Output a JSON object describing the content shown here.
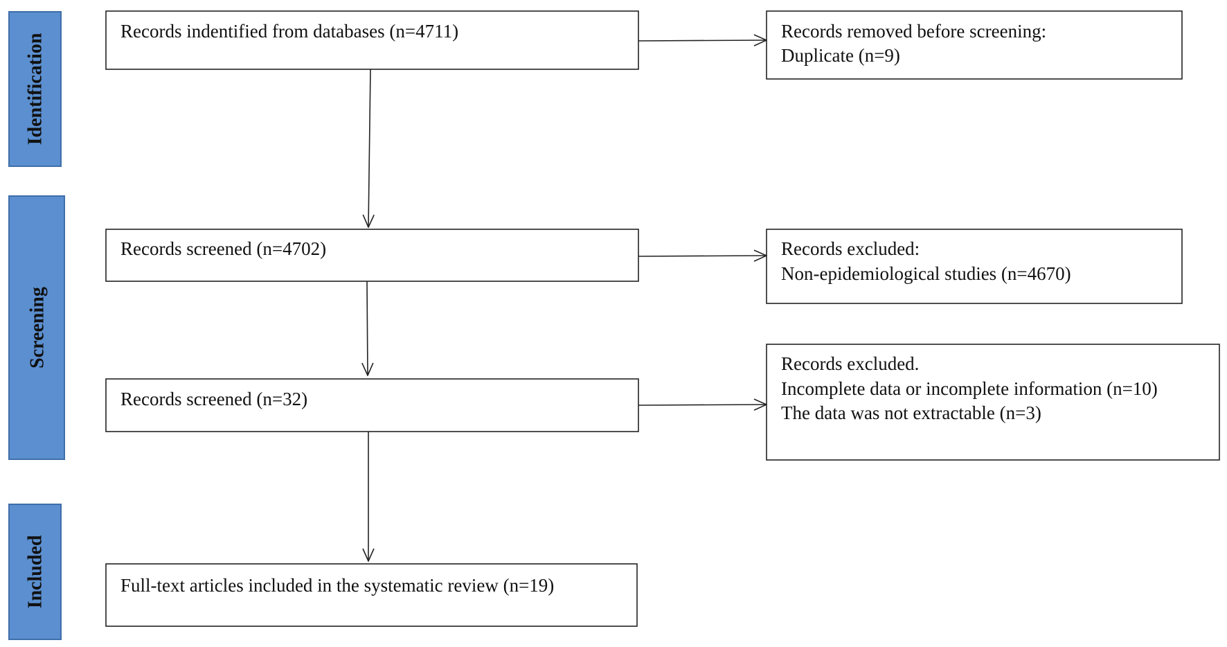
{
  "colors": {
    "phase_fill": "#5b8fd0",
    "phase_stroke": "#3f6ea8",
    "box_stroke": "#222222",
    "line": "#222222",
    "text": "#111111"
  },
  "phases": {
    "identification": "Identification",
    "screening": "Screening",
    "included": "Included"
  },
  "boxes": {
    "identified": {
      "lines": [
        "Records indentified from databases (n=4711)"
      ]
    },
    "removed": {
      "lines": [
        "Records removed before screening:",
        "Duplicate (n=9)"
      ]
    },
    "screened_1": {
      "lines": [
        "Records screened (n=4702)"
      ]
    },
    "excluded_1": {
      "lines": [
        "Records excluded:",
        "Non-epidemiological studies (n=4670)"
      ]
    },
    "screened_2": {
      "lines": [
        "Records screened (n=32)"
      ]
    },
    "excluded_2": {
      "lines": [
        "Records excluded.",
        "Incomplete data or incomplete information (n=10)",
        "The data was not extractable (n=3)"
      ]
    },
    "included": {
      "lines": [
        "Full-text articles included in the systematic review (n=19)"
      ]
    }
  }
}
